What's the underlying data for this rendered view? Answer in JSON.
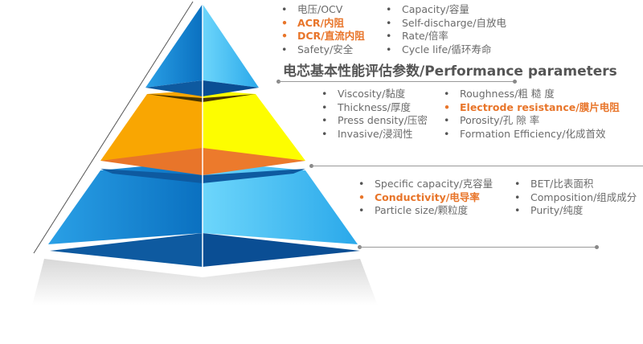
{
  "top_tier": {
    "title": "电芯基本性能评估参数/Performance parameters",
    "col1": [
      {
        "text": "电压/OCV",
        "highlight": false
      },
      {
        "text": "ACR/内阻",
        "highlight": true
      },
      {
        "text": "DCR/直流内阻",
        "highlight": true
      },
      {
        "text": "Safety/安全",
        "highlight": false
      }
    ],
    "col2": [
      {
        "text": "Capacity/容量",
        "highlight": false
      },
      {
        "text": "Self-discharge/自放电",
        "highlight": false
      },
      {
        "text": "Rate/倍率",
        "highlight": false
      },
      {
        "text": "Cycle life/循环寿命",
        "highlight": false
      }
    ]
  },
  "middle_tier": {
    "col1": [
      {
        "text": "Viscosity/黏度",
        "highlight": false
      },
      {
        "text": "Thickness/厚度",
        "highlight": false
      },
      {
        "text": "Press density/压密",
        "highlight": false
      },
      {
        "text": "Invasive/浸润性",
        "highlight": false
      }
    ],
    "col2": [
      {
        "text": "Roughness/粗 糙 度",
        "highlight": false
      },
      {
        "text": "Electrode resistance/膜片电阻",
        "highlight": true
      },
      {
        "text": "Porosity/孔 隙 率",
        "highlight": false
      },
      {
        "text": "Formation Efficiency/化成首效",
        "highlight": false
      }
    ]
  },
  "bottom_tier": {
    "col1": [
      {
        "text": "Specific capacity/克容量",
        "highlight": false
      },
      {
        "text": "Conductivity/电导率",
        "highlight": true
      },
      {
        "text": "Particle size/颗粒度",
        "highlight": false
      }
    ],
    "col2": [
      {
        "text": "BET/比表面积",
        "highlight": false
      },
      {
        "text": "Composition/组成成分",
        "highlight": false
      },
      {
        "text": "Purity/纯度",
        "highlight": false
      }
    ]
  },
  "colors": {
    "blue_dark": "#0a78c8",
    "blue_light": "#5cc8f5",
    "orange": "#f9a602",
    "yellow": "#fdfd00",
    "accent": "#e8752a",
    "navy": "#0e5aa0"
  }
}
